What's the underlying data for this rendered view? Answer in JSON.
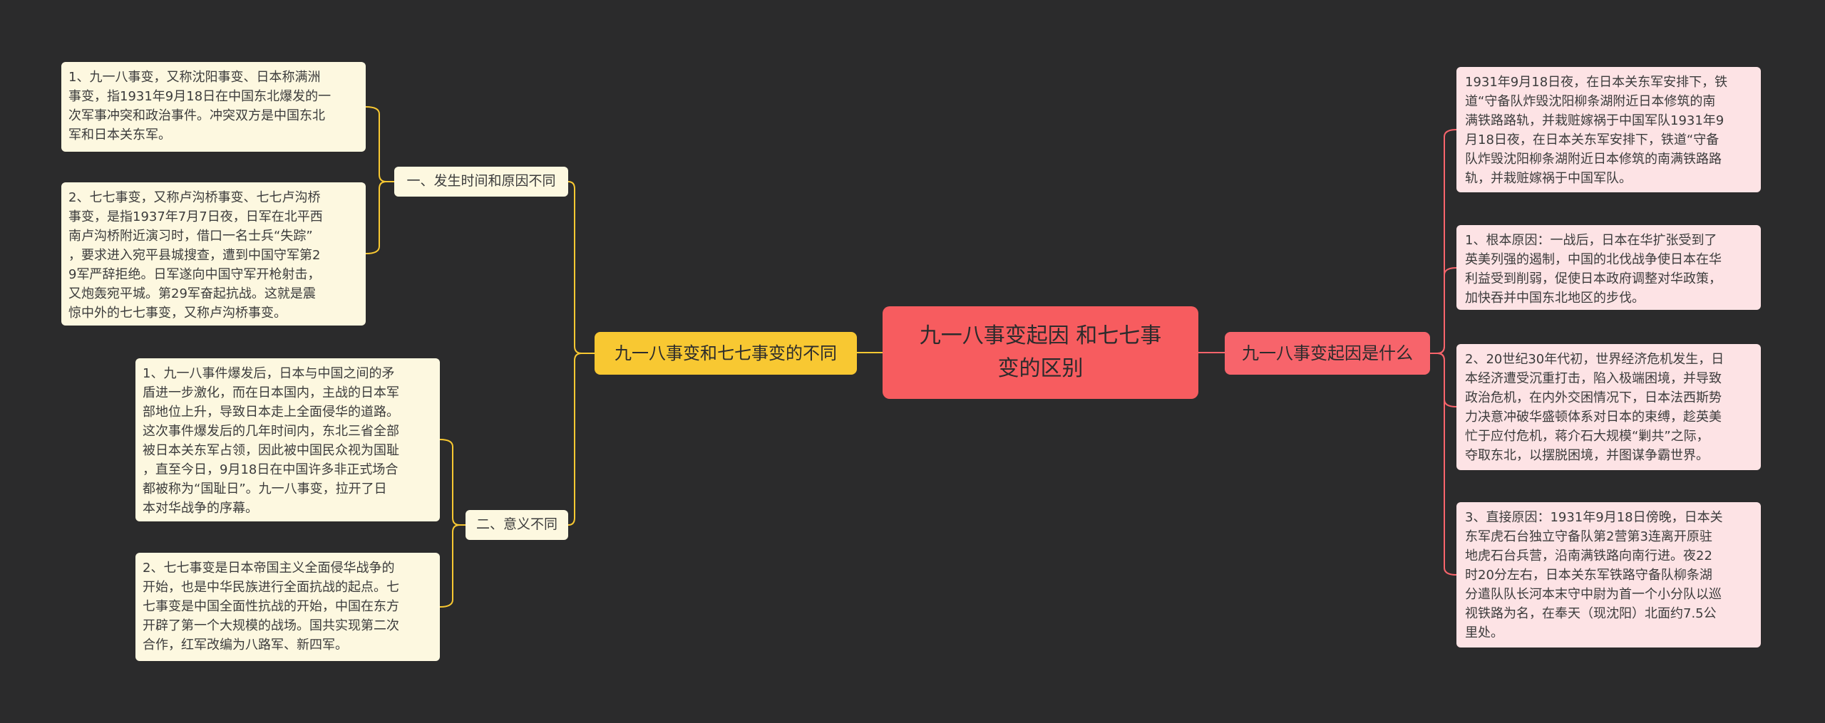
{
  "central": "九一八事变起因 和七七事\n变的区别",
  "left_branch": {
    "label": "九一八事变和七七事变的不同",
    "sub1": {
      "label": "一、发生时间和原因不同",
      "items": [
        "1、九一八事变，又称沈阳事变、日本称满洲\n事变，指1931年9月18日在中国东北爆发的一\n次军事冲突和政治事件。冲突双方是中国东北\n军和日本关东军。",
        "2、七七事变，又称卢沟桥事变、七七卢沟桥\n事变，是指1937年7月7日夜，日军在北平西\n南卢沟桥附近演习时，借口一名士兵“失踪”\n，要求进入宛平县城搜查，遭到中国守军第2\n9军严辞拒绝。日军遂向中国守军开枪射击，\n又炮轰宛平城。第29军奋起抗战。这就是震\n惊中外的七七事变，又称卢沟桥事变。"
      ]
    },
    "sub2": {
      "label": "二、意义不同",
      "items": [
        "1、九一八事件爆发后，日本与中国之间的矛\n盾进一步激化，而在日本国内，主战的日本军\n部地位上升，导致日本走上全面侵华的道路。\n这次事件爆发后的几年时间内，东北三省全部\n被日本关东军占领，因此被中国民众视为国耻\n，直至今日，9月18日在中国许多非正式场合\n都被称为“国耻日”。九一八事变，拉开了日\n本对华战争的序幕。",
        "2、七七事变是日本帝国主义全面侵华战争的\n开始，也是中华民族进行全面抗战的起点。七\n七事变是中国全面性抗战的开始，中国在东方\n开辟了第一个大规模的战场。国共实现第二次\n合作，红军改编为八路军、新四军。"
      ]
    }
  },
  "right_branch": {
    "label": "九一八事变起因是什么",
    "items": [
      "1931年9月18日夜，在日本关东军安排下，铁\n道“守备队炸毁沈阳柳条湖附近日本修筑的南\n满铁路路轨，并栽赃嫁祸于中国军队1931年9\n月18日夜，在日本关东军安排下，铁道“守备\n队炸毁沈阳柳条湖附近日本修筑的南满铁路路\n轨，并栽赃嫁祸于中国军队。",
      "1、根本原因：一战后，日本在华扩张受到了\n英美列强的遏制，中国的北伐战争使日本在华\n利益受到削弱，促使日本政府调整对华政策，\n加快吞并中国东北地区的步伐。",
      "2、20世纪30年代初，世界经济危机发生，日\n本经济遭受沉重打击，陷入极端困境，并导致\n政治危机，在内外交困情况下，日本法西斯势\n力决意冲破华盛顿体系对日本的束缚，趁英美\n忙于应付危机，蒋介石大规模“剿共”之际，\n夺取东北，以摆脱困境，并图谋争霸世界。",
      "3、直接原因：1931年9月18日傍晚，日本关\n东军虎石台独立守备队第2营第3连离开原驻\n地虎石台兵营，沿南满铁路向南行进。夜22\n时20分左右，日本关东军铁路守备队柳条湖\n分遣队队长河本末守中尉为首一个小分队以巡\n视铁路为名，在奉天（现沈阳）北面约7.5公\n里处。"
    ]
  },
  "colors": {
    "background": "#2b2b2c",
    "central": "#f75c5f",
    "left_branch": "#f8c832",
    "right_branch": "#f7646b",
    "yellow_leaf": "#fdf8e0",
    "pink_leaf": "#fde3e5",
    "left_line": "#f8c832",
    "right_line": "#f7646b"
  }
}
